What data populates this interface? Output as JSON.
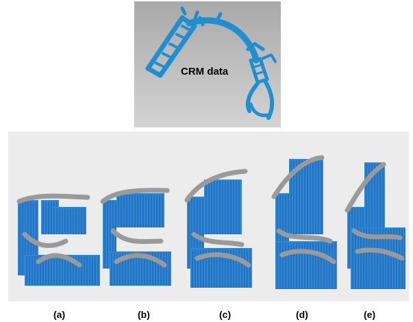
{
  "figure": {
    "top_label": "CRM data",
    "captions": [
      "(a)",
      "(b)",
      "(c)",
      "(d)",
      "(e)"
    ],
    "colors": {
      "support_blue": "#2f86d6",
      "part_gray": "#9a9a9a",
      "crm_blue": "#1f8fd0"
    }
  }
}
